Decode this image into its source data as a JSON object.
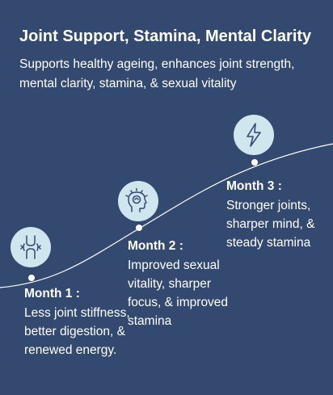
{
  "heading": {
    "title": "Joint Support, Stamina, Mental Clarity",
    "subtitle": "Supports healthy ageing, enhances joint strength, mental clarity, stamina, & sexual vitality"
  },
  "colors": {
    "background": "#34496f",
    "icon_circle": "#cfe6ef",
    "icon_stroke": "#34496f",
    "text": "#ffffff"
  },
  "timeline": [
    {
      "title": "Month 1 :",
      "description": "Less joint stiffness, better digestion, & renewed energy.",
      "icon": "knee-joint-icon"
    },
    {
      "title": "Month 2 :",
      "description": "Improved sexual vitality, sharper focus, & improved stamina",
      "icon": "head-brain-icon"
    },
    {
      "title": "Month 3 :",
      "description": "Stronger joints, sharper mind, & steady stamina",
      "icon": "lightning-bolt-icon"
    }
  ]
}
